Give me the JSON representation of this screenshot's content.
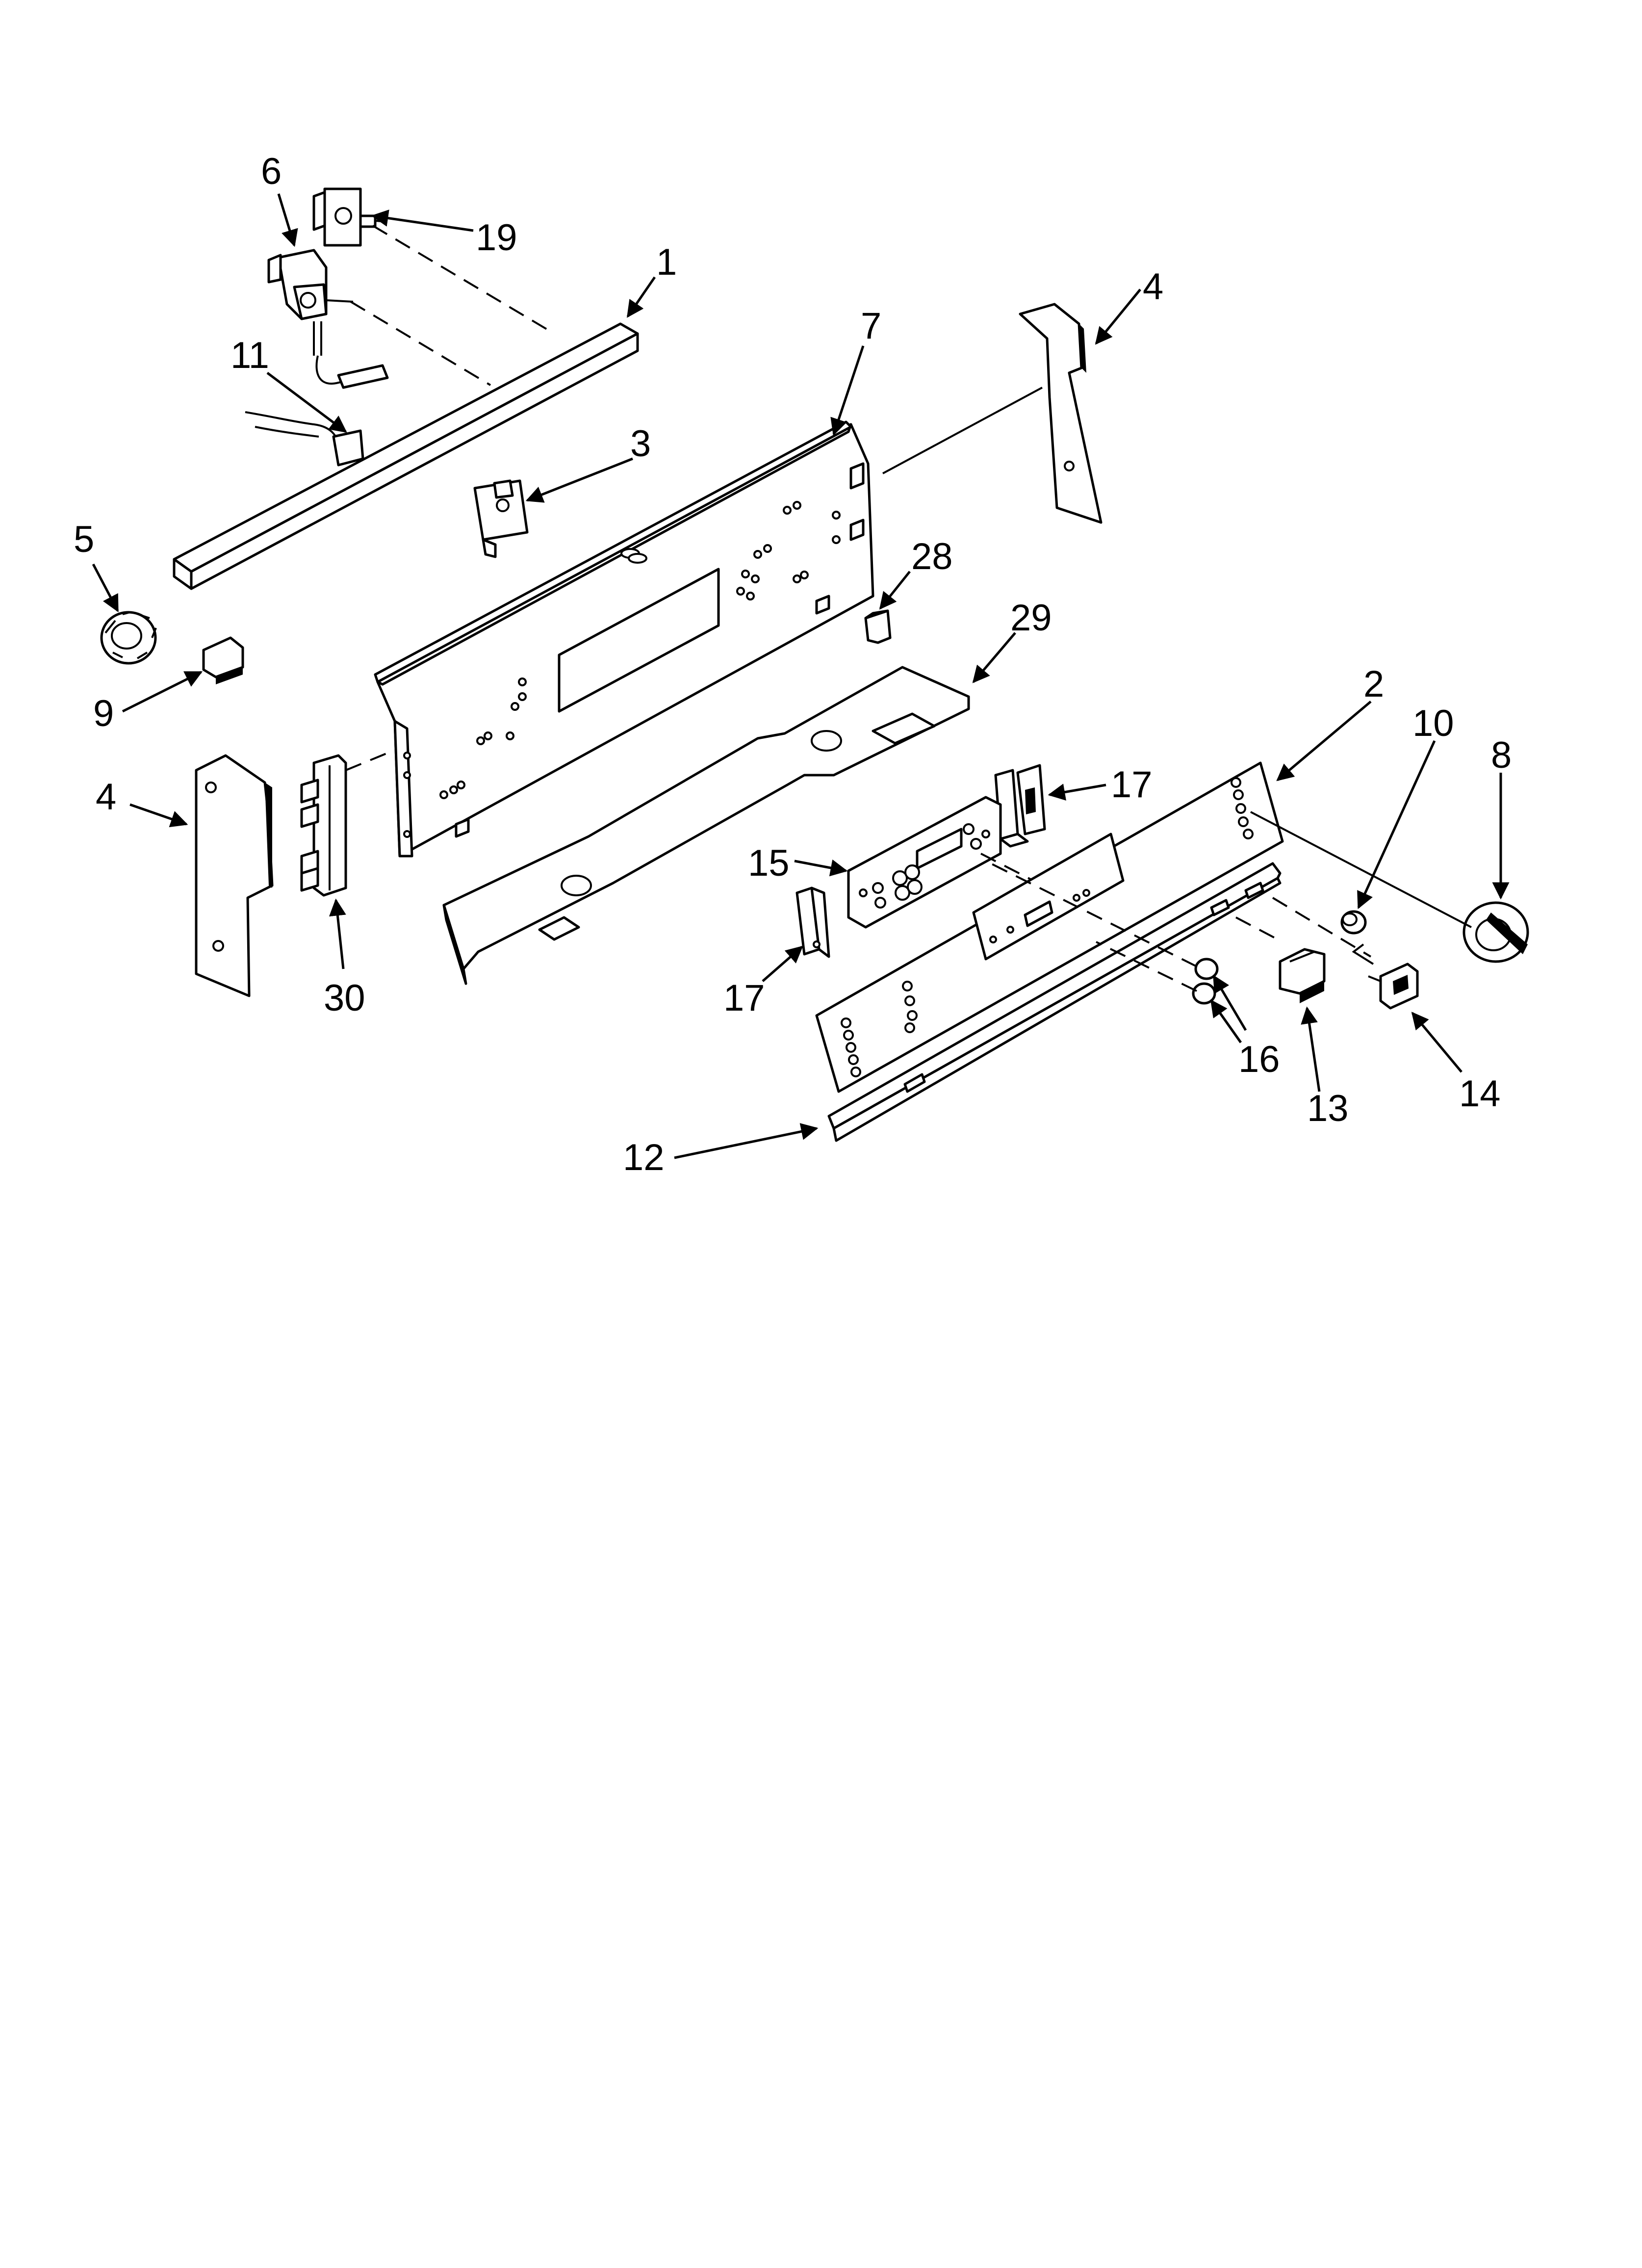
{
  "callouts": [
    {
      "id": "c1",
      "label": "1"
    },
    {
      "id": "c2",
      "label": "2"
    },
    {
      "id": "c3",
      "label": "3"
    },
    {
      "id": "c4a",
      "label": "4"
    },
    {
      "id": "c4b",
      "label": "4"
    },
    {
      "id": "c5",
      "label": "5"
    },
    {
      "id": "c6",
      "label": "6"
    },
    {
      "id": "c7",
      "label": "7"
    },
    {
      "id": "c8",
      "label": "8"
    },
    {
      "id": "c9",
      "label": "9"
    },
    {
      "id": "c10",
      "label": "10"
    },
    {
      "id": "c11",
      "label": "11"
    },
    {
      "id": "c12",
      "label": "12"
    },
    {
      "id": "c13",
      "label": "13"
    },
    {
      "id": "c14",
      "label": "14"
    },
    {
      "id": "c15",
      "label": "15"
    },
    {
      "id": "c16",
      "label": "16"
    },
    {
      "id": "c17a",
      "label": "17"
    },
    {
      "id": "c17b",
      "label": "17"
    },
    {
      "id": "c19",
      "label": "19"
    },
    {
      "id": "c28",
      "label": "28"
    },
    {
      "id": "c29",
      "label": "29"
    },
    {
      "id": "c30",
      "label": "30"
    }
  ]
}
